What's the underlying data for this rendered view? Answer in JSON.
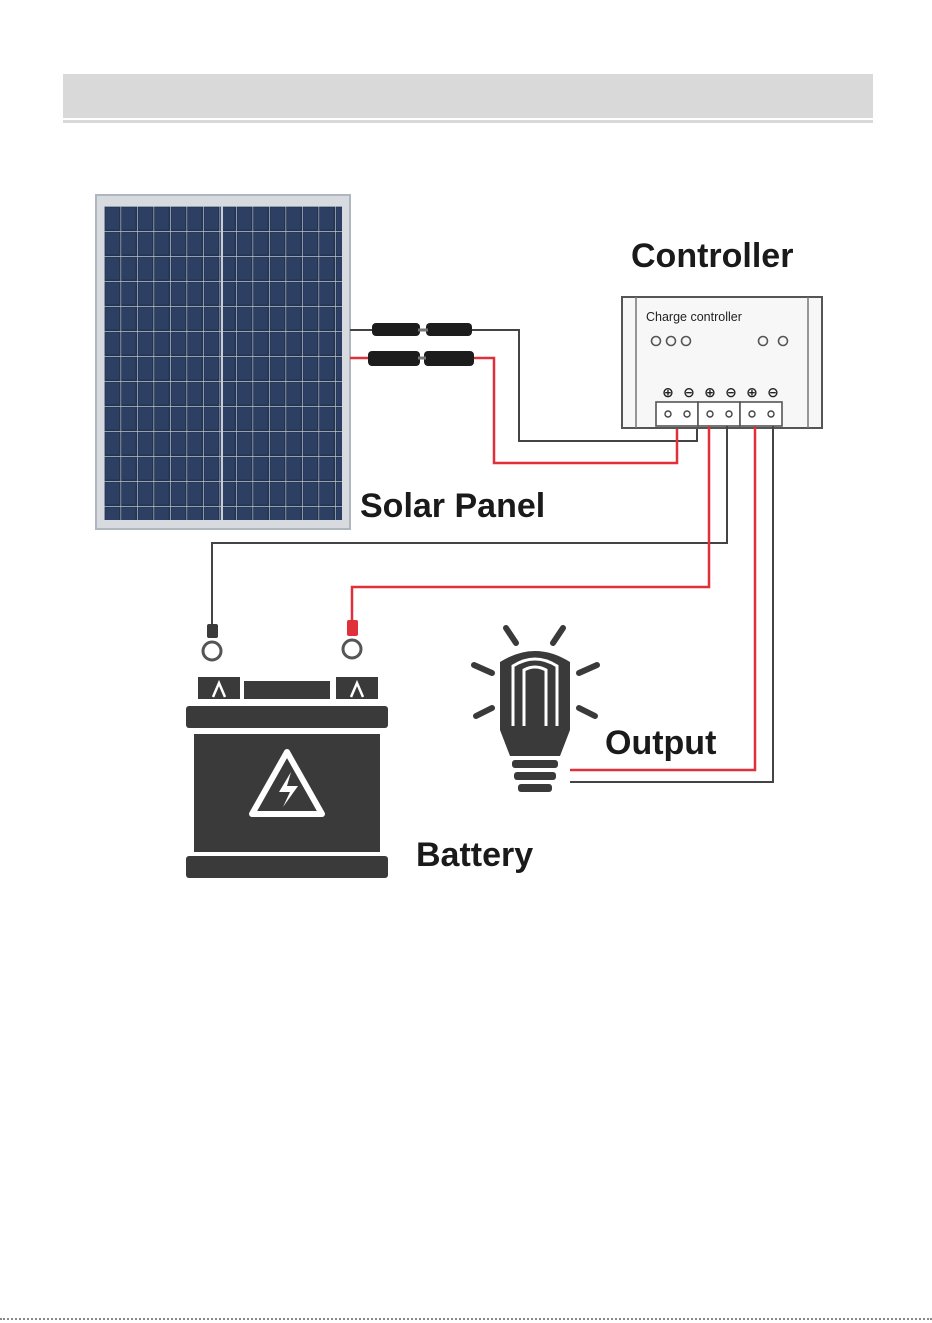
{
  "labels": {
    "controller": "Controller",
    "charge_controller": "Charge controller",
    "solar_panel": "Solar Panel",
    "output": "Output",
    "battery": "Battery"
  },
  "terminal_symbols": [
    "⊕",
    "⊖",
    "⊕",
    "⊖",
    "⊕",
    "⊖"
  ],
  "colors": {
    "positive_wire": "#e0303a",
    "negative_wire": "#444444",
    "panel": "#1f2a3f",
    "battery": "#3a3a3a",
    "header_bar": "#d9d9d9"
  },
  "icons": [
    "solar-panel-icon",
    "charge-controller-icon",
    "battery-icon",
    "light-bulb-icon",
    "lightning-icon"
  ]
}
